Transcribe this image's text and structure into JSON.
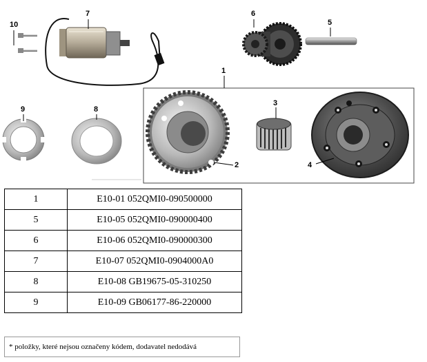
{
  "callouts": [
    "10",
    "7",
    "6",
    "5",
    "1",
    "9",
    "8",
    "3",
    "2",
    "4"
  ],
  "parts": [
    {
      "num": "1",
      "code": "E10-01 052QMI0-090500000"
    },
    {
      "num": "5",
      "code": "E10-05 052QMI0-090000400"
    },
    {
      "num": "6",
      "code": "E10-06 052QMI0-090000300"
    },
    {
      "num": "7",
      "code": "E10-07 052QMI0-0904000A0"
    },
    {
      "num": "8",
      "code": "E10-08 GB19675-05-310250"
    },
    {
      "num": "9",
      "code": "E10-09 GB06177-86-220000"
    }
  ],
  "footnote": "* položky, které nejsou označeny kódem, dodavatel nedodává"
}
